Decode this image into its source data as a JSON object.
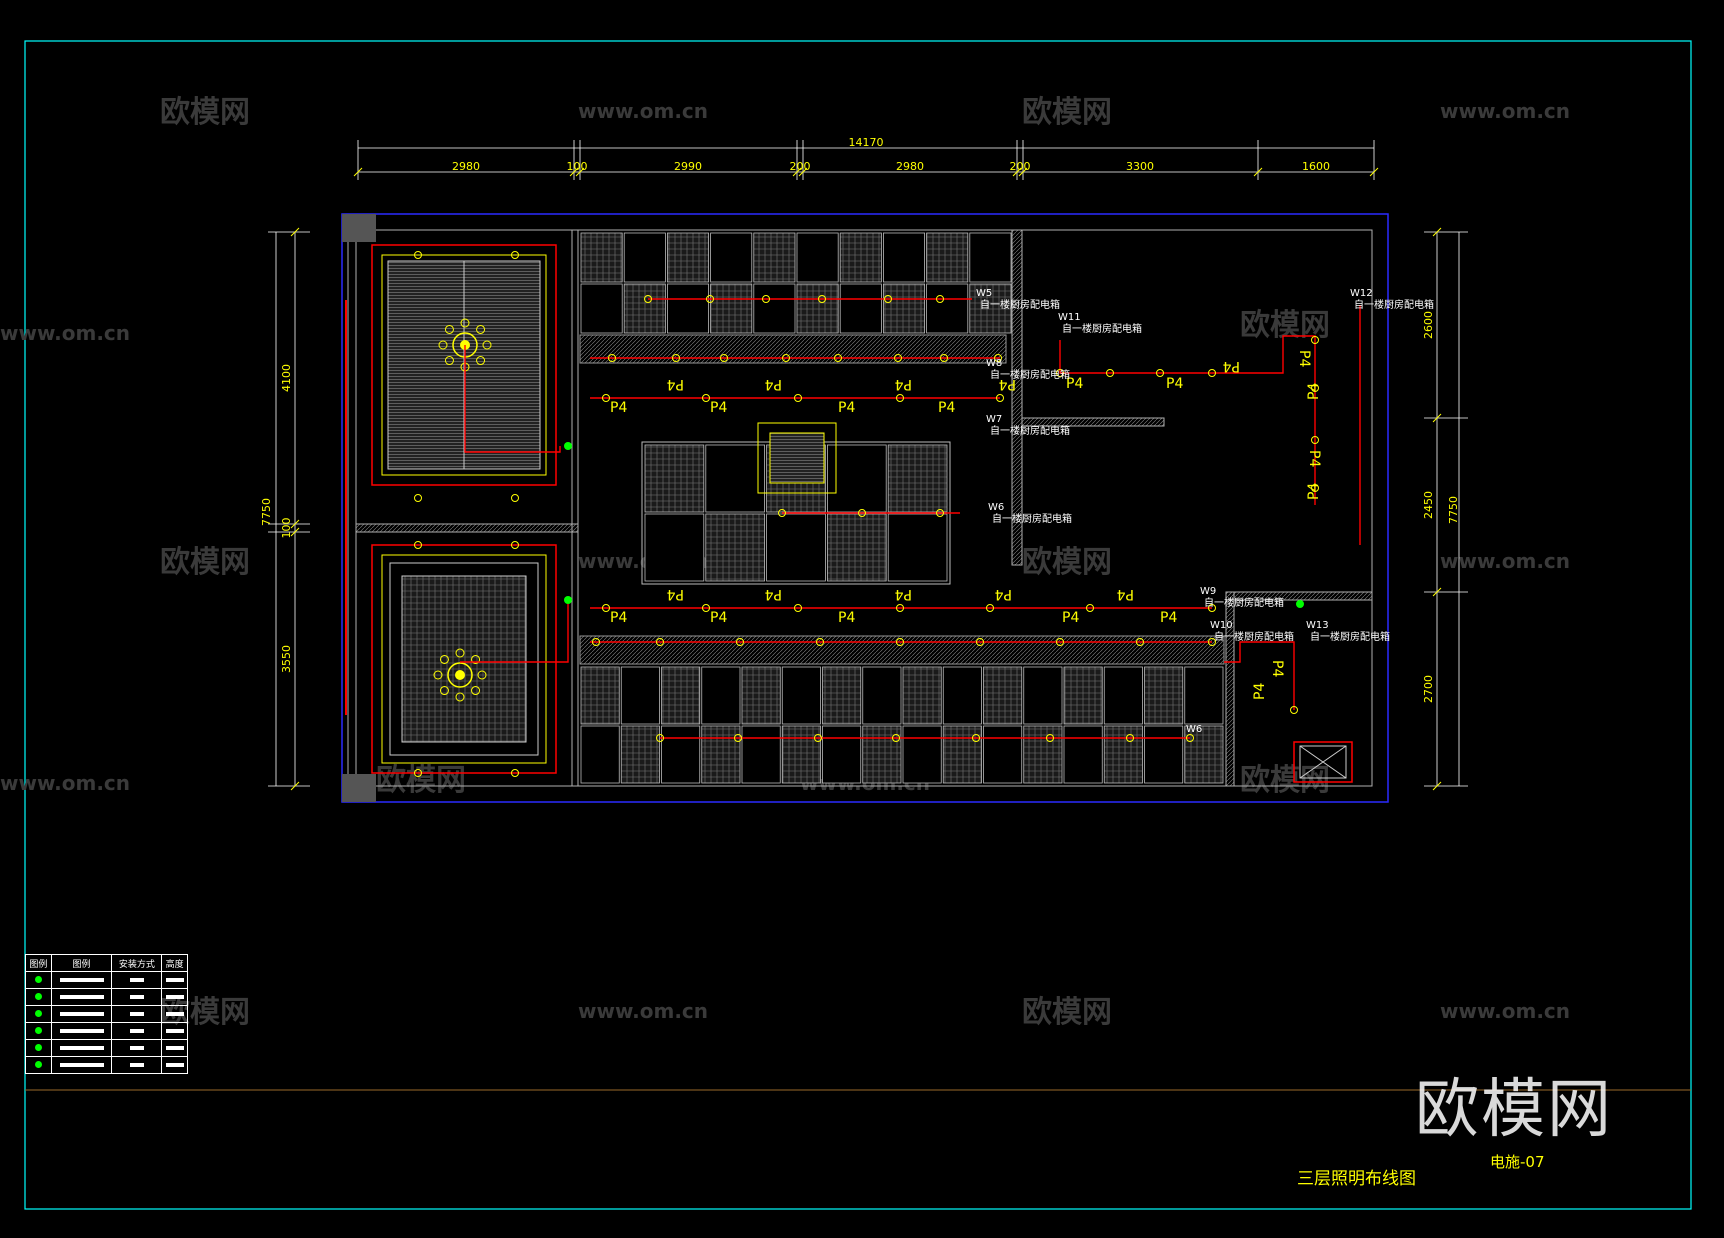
{
  "colors": {
    "border": "#00ffff",
    "yellow": "#ffff00",
    "red": "#ff0000",
    "white": "#ffffff",
    "green": "#00ff00",
    "blue": "#0000ff",
    "grey": "#9a9a9a"
  },
  "watermark": {
    "text": "欧模网",
    "url": "www.om.cn"
  },
  "dims": {
    "total": "14170",
    "top": [
      "2980",
      "100",
      "2990",
      "200",
      "2980",
      "200",
      "3300",
      "1600"
    ],
    "left_total": "7750",
    "left": [
      "4100",
      "100",
      "3550"
    ],
    "right_total": "7750",
    "right": [
      "2600",
      "2450",
      "2700"
    ]
  },
  "fixture_label": "P4",
  "circuits": [
    "W5",
    "W6",
    "W7",
    "W8",
    "W9",
    "W10",
    "W11",
    "W12",
    "W13",
    "W6"
  ],
  "panel_note": "自一楼厨房配电箱",
  "legend": {
    "headers": [
      "图例",
      "图例",
      "安装方式",
      "高度"
    ],
    "rows": 6
  },
  "sheet": {
    "title": "三层照明布线图",
    "number": "电施-07"
  },
  "logo": "欧模网"
}
